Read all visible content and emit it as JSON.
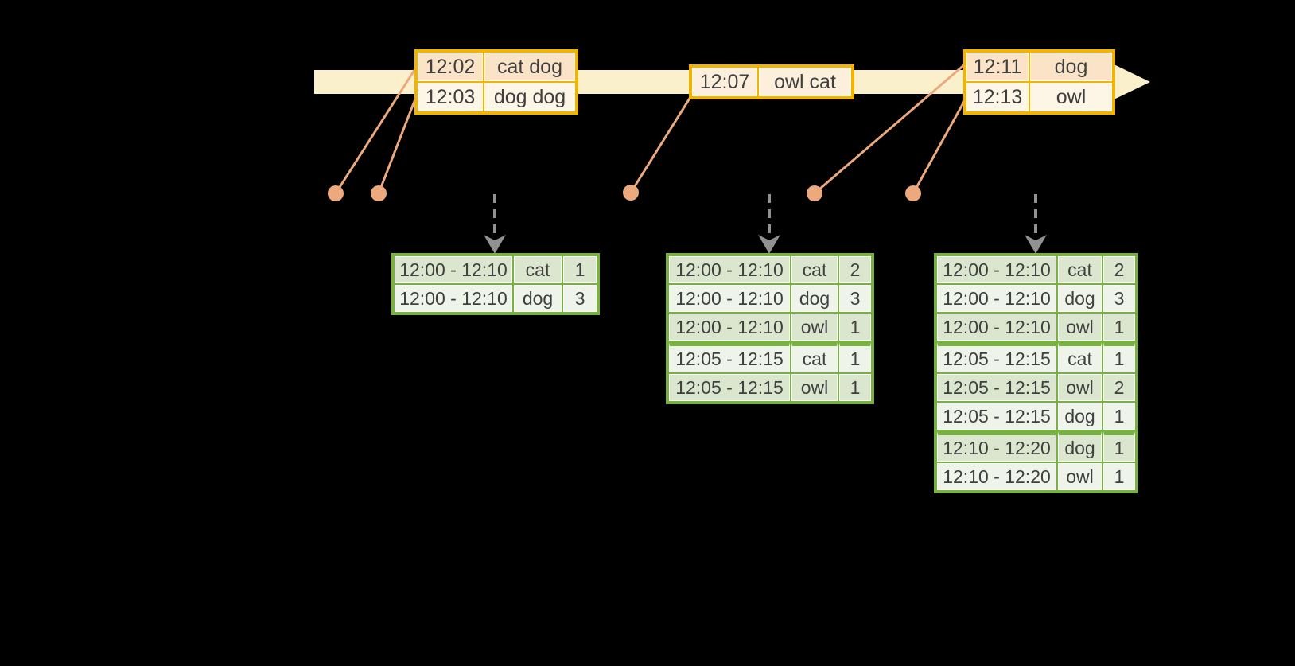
{
  "colors": {
    "background": "#000000",
    "timeline_fill": "#FBF0CC",
    "event_border": "#F3B301",
    "event_row_dark": "#FAE3C6",
    "event_row_light": "#FDF5E6",
    "event_row_mid": "#FCEFDB",
    "connector": "#EDA97E",
    "trigger_arrow": "#919191",
    "result_border": "#78B043",
    "result_row_dark": "#DBE6CF",
    "result_row_light": "#EFF4EA",
    "text": "#3F3F3F"
  },
  "event_tables": [
    {
      "name": "event-table-1",
      "rows": [
        {
          "time": "12:02",
          "words": "cat dog",
          "shade": "dark"
        },
        {
          "time": "12:03",
          "words": "dog dog",
          "shade": "light"
        }
      ]
    },
    {
      "name": "event-table-2",
      "rows": [
        {
          "time": "12:07",
          "words": "owl cat",
          "shade": "mid"
        }
      ]
    },
    {
      "name": "event-table-3",
      "rows": [
        {
          "time": "12:11",
          "words": "dog",
          "shade": "dark"
        },
        {
          "time": "12:13",
          "words": "owl",
          "shade": "light"
        }
      ]
    }
  ],
  "result_tables": [
    {
      "name": "counts-table-1",
      "rows": [
        {
          "window": "12:00 - 12:10",
          "word": "cat",
          "count": "1"
        },
        {
          "window": "12:00 - 12:10",
          "word": "dog",
          "count": "3"
        }
      ]
    },
    {
      "name": "counts-table-2",
      "rows": [
        {
          "window": "12:00 - 12:10",
          "word": "cat",
          "count": "2"
        },
        {
          "window": "12:00 - 12:10",
          "word": "dog",
          "count": "3"
        },
        {
          "window": "12:00 - 12:10",
          "word": "owl",
          "count": "1"
        },
        {
          "window": "12:05 - 12:15",
          "word": "cat",
          "count": "1"
        },
        {
          "window": "12:05 - 12:15",
          "word": "owl",
          "count": "1"
        }
      ]
    },
    {
      "name": "counts-table-3",
      "rows": [
        {
          "window": "12:00 - 12:10",
          "word": "cat",
          "count": "2"
        },
        {
          "window": "12:00 - 12:10",
          "word": "dog",
          "count": "3"
        },
        {
          "window": "12:00 - 12:10",
          "word": "owl",
          "count": "1"
        },
        {
          "window": "12:05 - 12:15",
          "word": "cat",
          "count": "1"
        },
        {
          "window": "12:05 - 12:15",
          "word": "owl",
          "count": "2"
        },
        {
          "window": "12:05 - 12:15",
          "word": "dog",
          "count": "1"
        },
        {
          "window": "12:10 - 12:20",
          "word": "dog",
          "count": "1"
        },
        {
          "window": "12:10 - 12:20",
          "word": "owl",
          "count": "1"
        }
      ]
    }
  ]
}
